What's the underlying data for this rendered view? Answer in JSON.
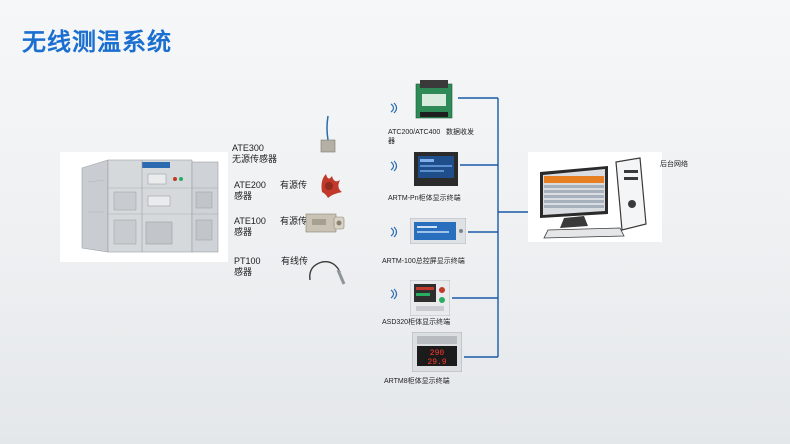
{
  "title": "无线测温系统",
  "sensors": [
    {
      "name": "ATE300",
      "desc": "无源传感器"
    },
    {
      "name": "ATE200",
      "desc_a": "有源传",
      "desc_b": "感器"
    },
    {
      "name": "ATE100",
      "desc_a": "有源传",
      "desc_b": "感器"
    },
    {
      "name": "PT100",
      "desc_a": "有线传",
      "desc_b": "感器"
    }
  ],
  "devices": [
    {
      "label_a": "ATC200/ATC400",
      "label_b": "数据收发",
      "label_c": "器"
    },
    {
      "label": "ARTM-Pn柜体显示终端"
    },
    {
      "label": "ARTM-100总控屏显示终端"
    },
    {
      "label": "ASD320柜体显示终端"
    },
    {
      "label": "ARTM8柜体显示终端",
      "display_top": "290",
      "display_bottom": "29.9"
    }
  ],
  "computer_label": "后台网络",
  "colors": {
    "title": "#1a6fd0",
    "connector": "#1a5aa8"
  }
}
